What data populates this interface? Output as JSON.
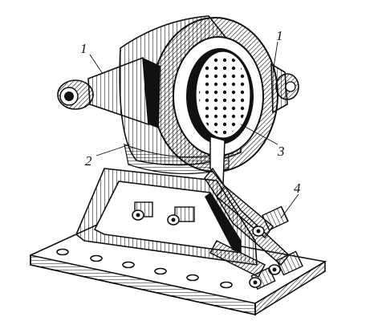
{
  "figure": {
    "callouts": [
      {
        "id": "nozzle-left",
        "label": "1"
      },
      {
        "id": "nozzle-right",
        "label": "1"
      },
      {
        "id": "housing",
        "label": "2"
      },
      {
        "id": "perforated-core",
        "label": "3"
      },
      {
        "id": "terminals",
        "label": "4"
      }
    ]
  }
}
